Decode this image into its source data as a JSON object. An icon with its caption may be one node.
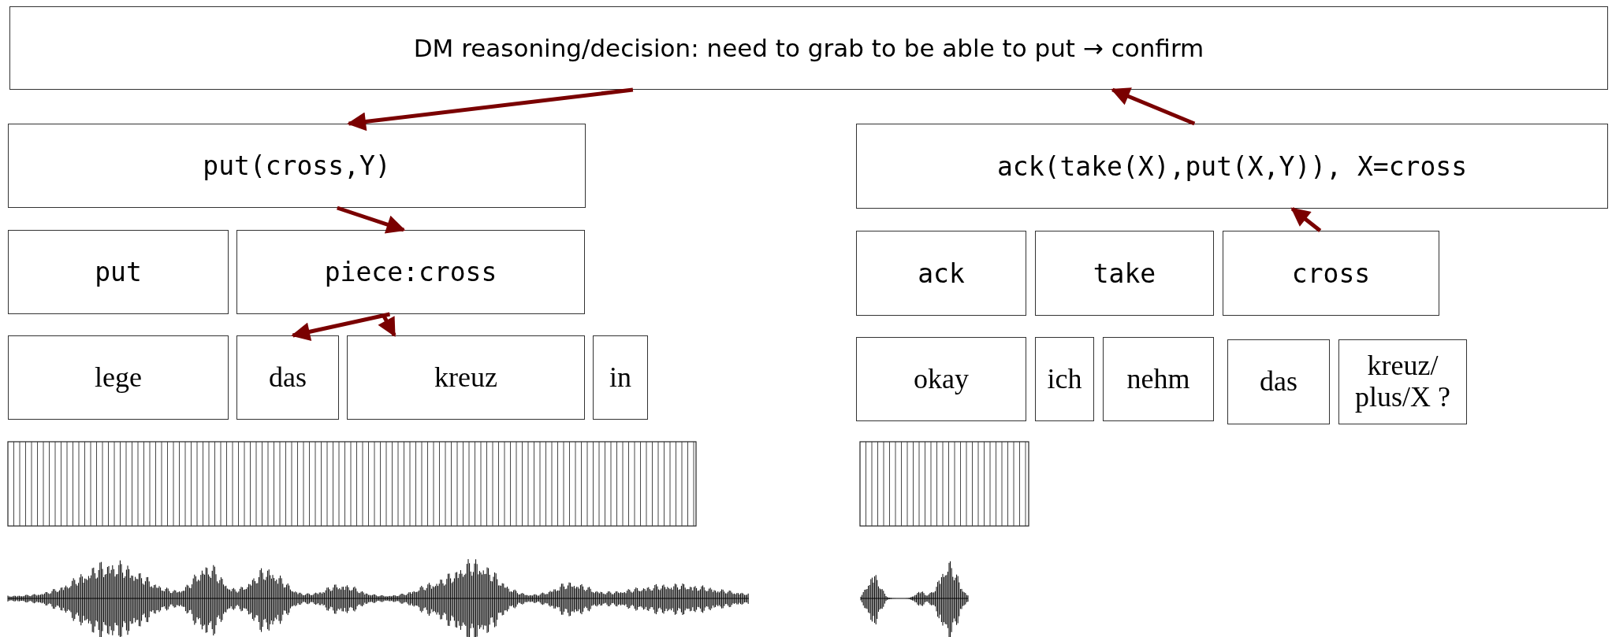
{
  "diagram": {
    "nodes": [
      {
        "text": [
          "DM reasoning/decision: need to grab to be able to put → confirm"
        ]
      },
      {
        "text": [
          "put(cross,Y)"
        ]
      },
      {
        "text": [
          "put"
        ]
      },
      {
        "text": [
          "piece:cross"
        ]
      },
      {
        "text": [
          "lege"
        ]
      },
      {
        "text": [
          "das"
        ]
      },
      {
        "text": [
          "kreuz"
        ]
      },
      {
        "text": [
          "in"
        ]
      },
      {
        "text": [
          "ack(take(X),put(X,Y)), X=cross"
        ]
      },
      {
        "text": [
          "ack"
        ]
      },
      {
        "text": [
          "take"
        ]
      },
      {
        "text": [
          "cross"
        ]
      },
      {
        "text": [
          "okay"
        ]
      },
      {
        "text": [
          "ich"
        ]
      },
      {
        "text": [
          "nehm"
        ]
      },
      {
        "text": [
          "das"
        ]
      },
      {
        "text": [
          "kreuz/ plus/X ?"
        ]
      }
    ],
    "edges": [
      {
        "from": 0,
        "to": 1,
        "arrow": "to"
      },
      {
        "from": 1,
        "to": 3,
        "arrow": "to"
      },
      {
        "from": 3,
        "to": 5,
        "arrow": "to"
      },
      {
        "from": 3,
        "to": 6,
        "arrow": "to"
      },
      {
        "from": 11,
        "to": 8,
        "arrow": "to"
      },
      {
        "from": 8,
        "to": 0,
        "arrow": "to"
      }
    ]
  }
}
